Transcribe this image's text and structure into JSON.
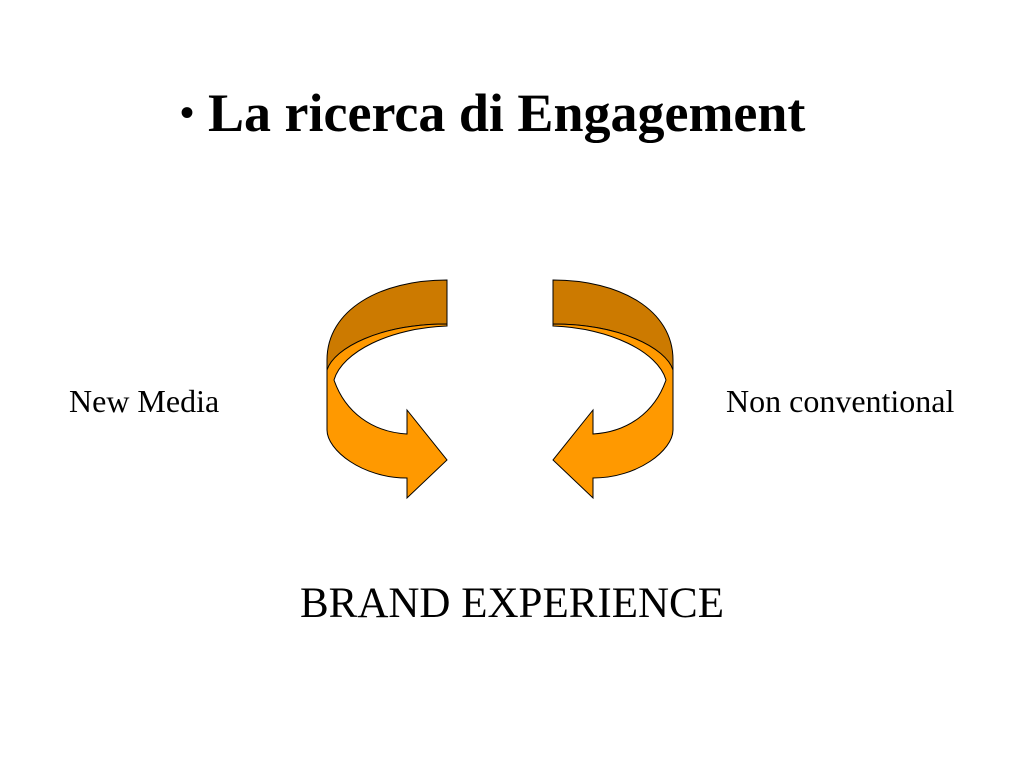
{
  "slide": {
    "bullet": "•",
    "title": "La ricerca di Engagement",
    "left_label": "New Media",
    "right_label": "Non conventional",
    "bottom_label": "BRAND EXPERIENCE"
  },
  "colors": {
    "arrow_back": "#CC7A00",
    "arrow_front": "#FF9900",
    "outline": "#000000",
    "background": "#FFFFFF"
  }
}
